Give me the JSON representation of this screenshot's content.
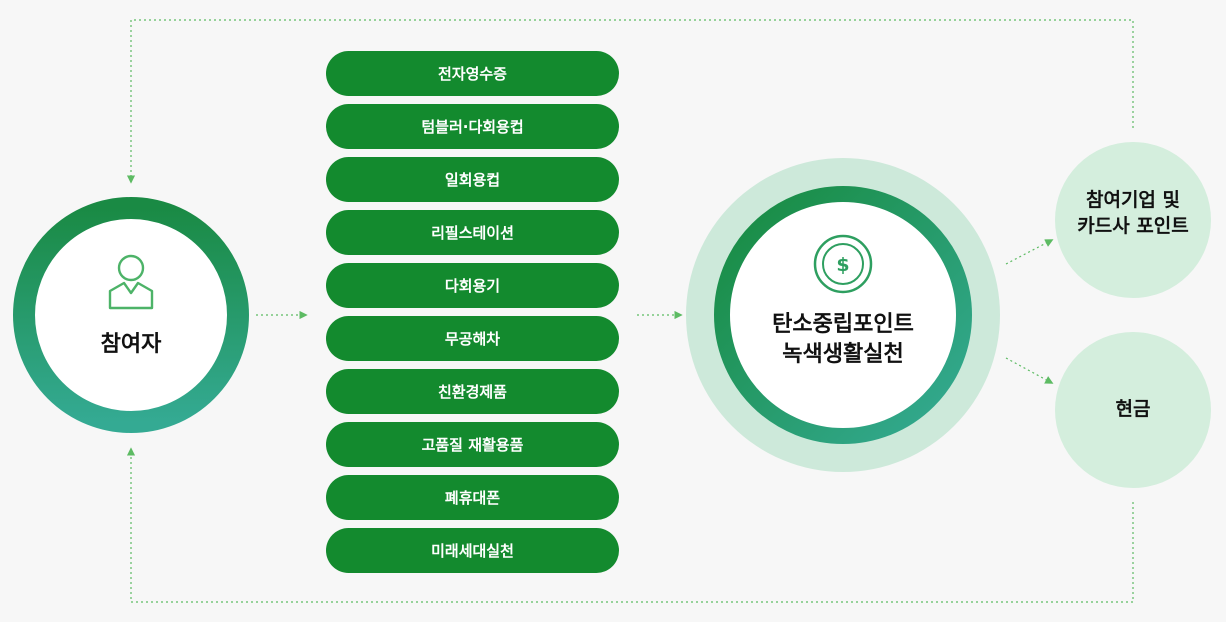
{
  "participant": {
    "label": "참여자",
    "icon": "person-icon"
  },
  "activities": [
    "전자영수증",
    "텀블러·다회용컵",
    "일회용컵",
    "리필스테이션",
    "다회용기",
    "무공해차",
    "친환경제품",
    "고품질 재활용품",
    "폐휴대폰",
    "미래세대실천"
  ],
  "center": {
    "lines": [
      "탄소중립포인트",
      "녹색생활실천"
    ],
    "icon": "dollar-coin-icon"
  },
  "rewards": [
    {
      "lines": [
        "참여기업 및",
        "카드사 포인트"
      ]
    },
    {
      "lines": [
        "현금"
      ]
    }
  ],
  "colors": {
    "pill": "#138a2e",
    "ring_dark": "#1f8f5a",
    "ring_light": "#cde9da",
    "reward_fill": "#d4eedd",
    "arrow": "#5dbb63"
  }
}
